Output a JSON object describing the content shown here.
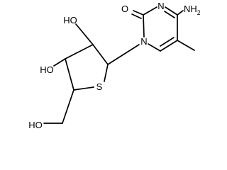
{
  "structure": {
    "atom_labels": {
      "carbonyl_O": "O",
      "ring_N3": "N",
      "ring_N1": "N",
      "amino_N": "NH",
      "amino_H_count": "2",
      "sulfur": "S",
      "hydroxyl_2": "HO",
      "hydroxyl_3": "HO",
      "hydroxymethyl_O": "HO"
    }
  }
}
